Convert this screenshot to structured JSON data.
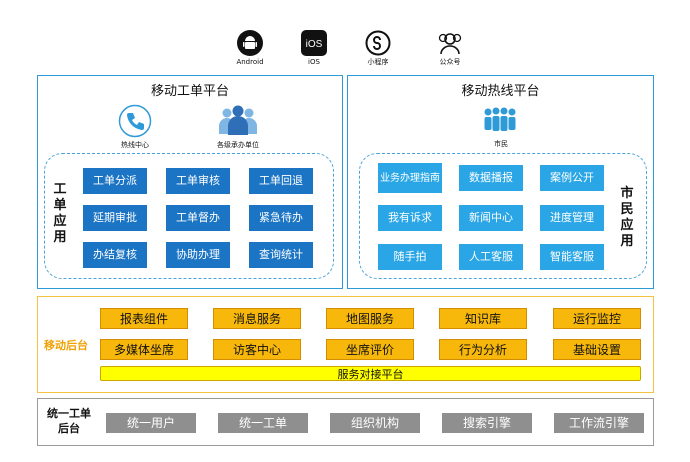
{
  "platforms": [
    {
      "icon": "android-icon",
      "label": "Android"
    },
    {
      "icon": "ios-icon",
      "label": "iOS"
    },
    {
      "icon": "mini-program-icon",
      "label": "小程序"
    },
    {
      "icon": "official-account-icon",
      "label": "公众号"
    }
  ],
  "left_panel": {
    "title": "移动工单平台",
    "icon_hotline": "热线中心",
    "icon_units": "各级承办单位",
    "side_label": "工单应用",
    "buttons": [
      "工单分派",
      "工单审核",
      "工单回退",
      "延期审批",
      "工单督办",
      "紧急待办",
      "办结复核",
      "协助办理",
      "查询统计"
    ]
  },
  "right_panel": {
    "title": "移动热线平台",
    "icon_citizen": "市民",
    "side_label": "市民应用",
    "buttons": [
      "业务办理指南",
      "数据播报",
      "案例公开",
      "我有诉求",
      "新闻中心",
      "进度管理",
      "随手拍",
      "人工客服",
      "智能客服"
    ]
  },
  "backend": {
    "label": "移动后台",
    "row1": [
      "报表组件",
      "消息服务",
      "地图服务",
      "知识库",
      "运行监控"
    ],
    "row2": [
      "多媒体坐席",
      "访客中心",
      "坐席评价",
      "行为分析",
      "基础设置"
    ],
    "bar": "服务对接平台"
  },
  "unified": {
    "label": "统一工单后台",
    "items": [
      "统一用户",
      "统一工单",
      "组织机构",
      "搜索引擎",
      "工作流引擎"
    ]
  },
  "colors": {
    "panel_border": "#2e9ad8",
    "dark_blue": "#1b74c4",
    "light_blue": "#2aa6e6",
    "orange": "#f7b80b",
    "yellow_bar": "#ffff00",
    "gray": "#8f8f8f"
  }
}
